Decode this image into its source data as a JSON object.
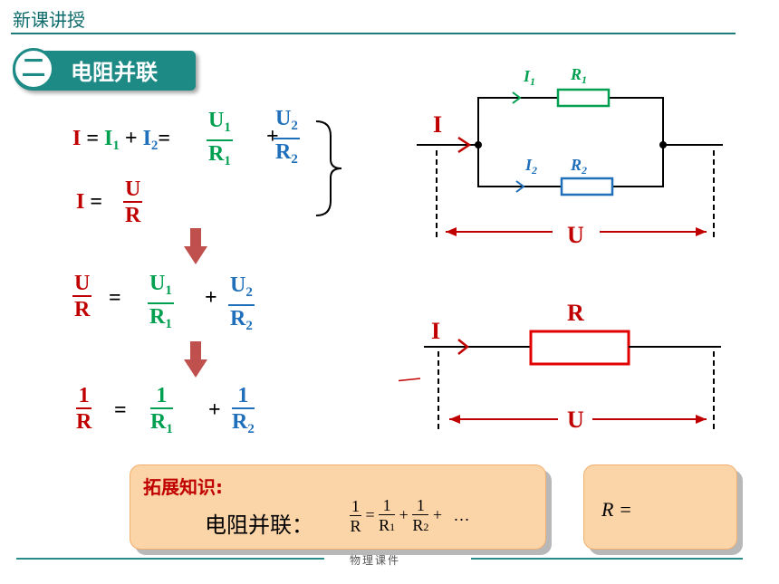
{
  "header": {
    "title": "新课讲授"
  },
  "section": {
    "number": "二",
    "label": "电阻并联"
  },
  "equations": {
    "sym_I": "I",
    "sym_I1": "I",
    "sub_1": "1",
    "sym_I2": "I",
    "sub_2": "2",
    "sym_U": "U",
    "sym_R": "R",
    "num_1": "1",
    "plus": "+",
    "equals": "="
  },
  "circuit": {
    "label_I": "I",
    "label_U": "U",
    "label_R": "R",
    "branch1_I": "I",
    "branch1_I_sub": "1",
    "branch1_R": "R",
    "branch1_R_sub": "1",
    "branch2_I": "I",
    "branch2_I_sub": "2",
    "branch2_R": "R",
    "branch2_R_sub": "2"
  },
  "extension": {
    "title": "拓展知识:",
    "label": "电阻并联：",
    "ellipsis": "…"
  },
  "result_box": {
    "text": "R ="
  },
  "footer": {
    "text": "物理课件"
  },
  "colors": {
    "teal": "#1e8a86",
    "red": "#c00000",
    "green": "#00a050",
    "blue": "#1f6fba",
    "box": "#fbd4a8"
  }
}
